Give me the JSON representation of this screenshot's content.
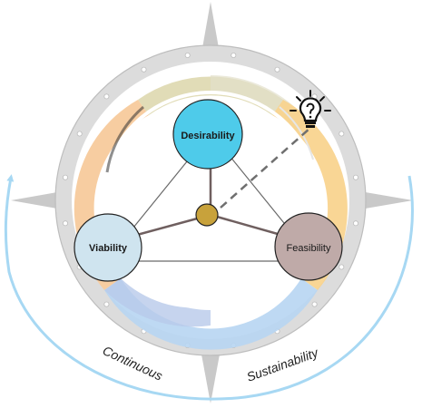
{
  "colors": {
    "arc_accent": "#a7d8f3",
    "ring_outer": "#e2e2e2",
    "compass_point": "#c7c7c7",
    "segment_top": "#d8d3a8",
    "segment_left": "#f6c897",
    "segment_right": "#f8d189",
    "segment_bottom": "#b6cfee",
    "desirability": "#4ecbea",
    "viability": "#cfe4ef",
    "feasibility": "#bfaaa8",
    "center_node": "#c8a23b",
    "connector": "#6f5f5f"
  },
  "nodes": {
    "desirability": {
      "label": "Desirability"
    },
    "viability": {
      "label": "Viability"
    },
    "feasibility": {
      "label": "Feasibility"
    }
  },
  "icons": {
    "idea": "lightbulb-question-icon"
  },
  "arc_text": {
    "left": "Continuous",
    "right": "Sustainability"
  }
}
